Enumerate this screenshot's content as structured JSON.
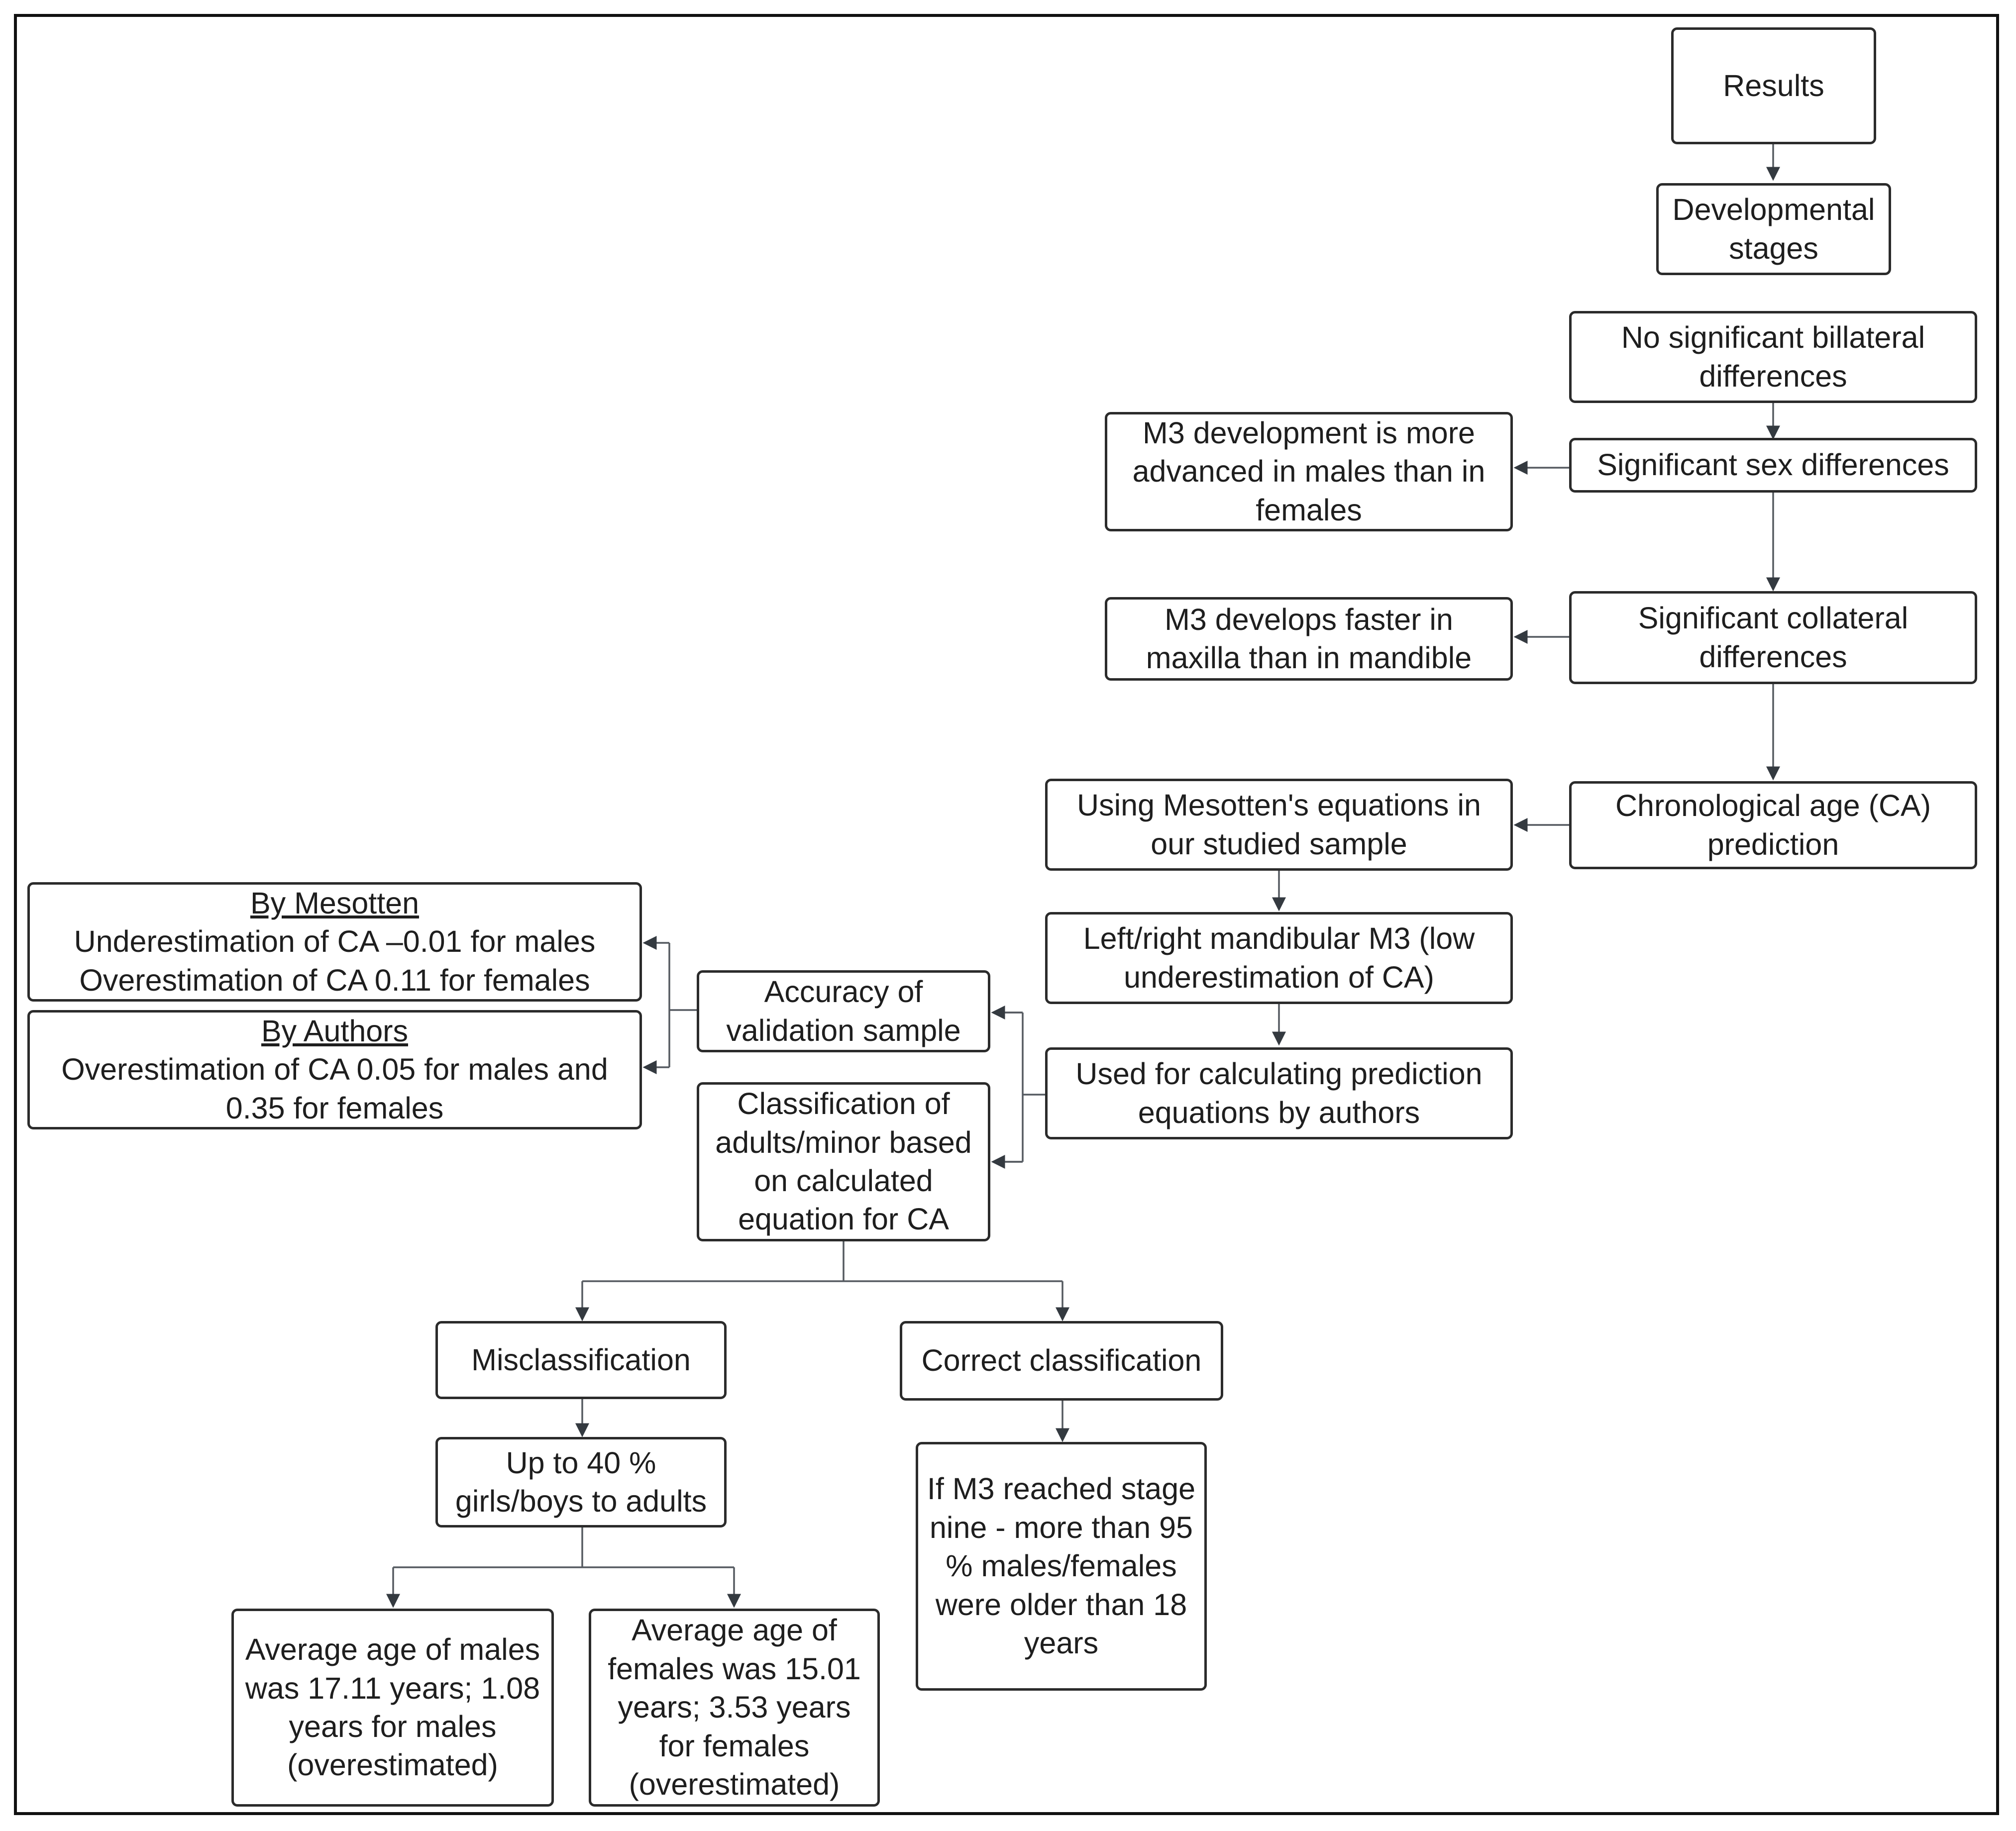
{
  "nodes": {
    "results": "Results",
    "developmental_stages": "Developmental stages",
    "no_bilateral": "No significant billateral differences",
    "sex_differences": "Significant sex differences",
    "m3_males": "M3 development is more advanced in males than in females",
    "collateral": "Significant collateral differences",
    "m3_maxilla": "M3 develops faster in maxilla than in mandible",
    "ca_prediction": "Chronological age (CA) prediction",
    "mesotten_eq": "Using Mesotten's equations in our studied sample",
    "mandibular_m3": "Left/right mandibular M3 (low underestimation of CA)",
    "used_for_calc": "Used for calculating prediction equations by authors",
    "accuracy": "Accuracy of validation sample",
    "by_mesotten": {
      "heading": "By Mesotten",
      "line1": "Underestimation of CA  –0.01 for males",
      "line2": "Overestimation of CA 0.11 for females"
    },
    "by_authors": {
      "heading": "By Authors",
      "line1": "Overestimation  of CA 0.05 for males and 0.35 for females"
    },
    "classification": "Classification of adults/minor based on calculated equation for CA",
    "misclassification": "Misclassification",
    "correct": "Correct classification",
    "up_to_40": "Up to 40 % girls/boys to adults",
    "stage_nine": "If M3 reached stage nine - more than 95 % males/females were older than 18 years",
    "avg_males": "Average age of males was 17.11 years; 1.08 years for males (overestimated)",
    "avg_females": "Average age of females was 15.01 years; 3.53 years for females (overestimated)"
  }
}
